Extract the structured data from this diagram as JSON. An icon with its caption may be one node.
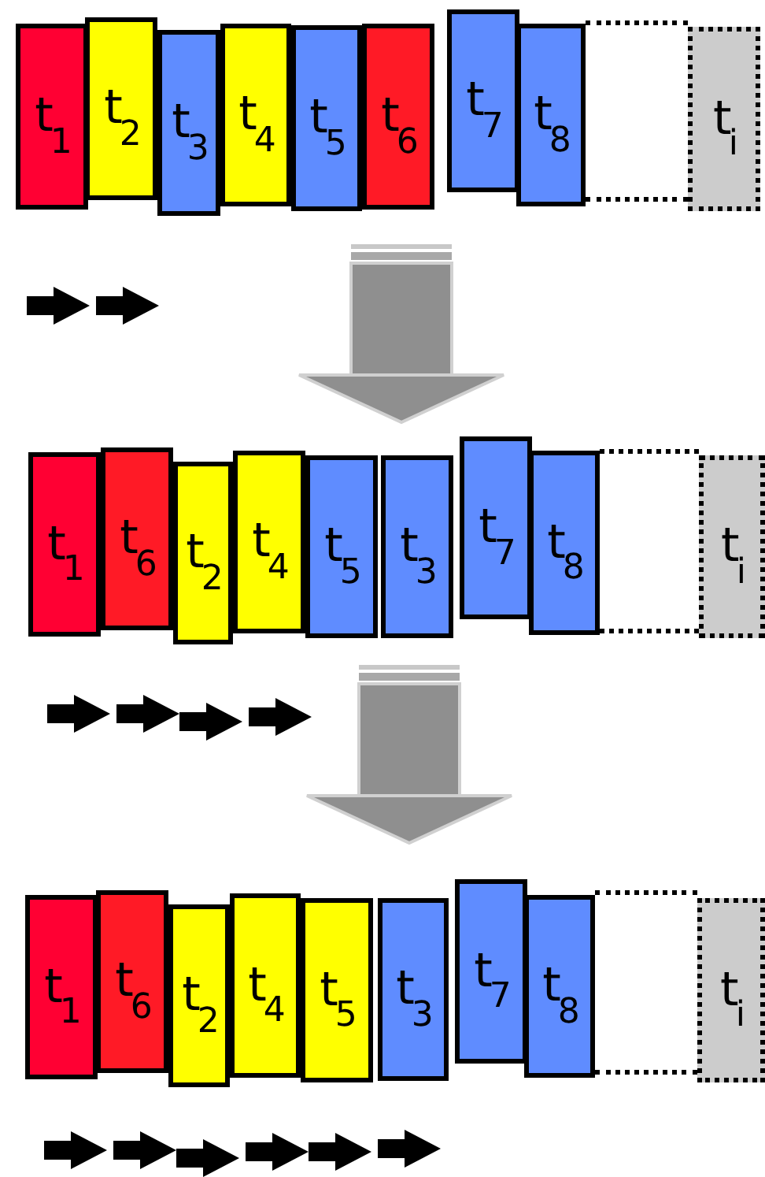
{
  "diagram": {
    "nodes": [
      {
        "text": [
          "t$_{1}$"
        ]
      },
      {
        "text": [
          "t$_{2}$"
        ]
      },
      {
        "text": [
          "t$_{3}$"
        ]
      },
      {
        "text": [
          "t$_{4}$"
        ]
      },
      {
        "text": [
          "t$_{5}$"
        ]
      },
      {
        "text": [
          "t$_{6}$"
        ]
      },
      {
        "text": [
          "t$_{7}$"
        ]
      },
      {
        "text": [
          "t$_{8}$"
        ]
      },
      {
        "text": [],
        "shape": "box"
      },
      {
        "text": [
          "t$_{i}$"
        ]
      },
      {
        "text": [
          "t$_{1}$"
        ]
      },
      {
        "text": [
          "t$_{6}$"
        ]
      },
      {
        "text": [
          "t$_{2}$"
        ]
      },
      {
        "text": [
          "t$_{4}$"
        ]
      },
      {
        "text": [
          "t$_{5}$"
        ]
      },
      {
        "text": [
          "t$_{3}$"
        ]
      },
      {
        "text": [
          "t$_{7}$"
        ]
      },
      {
        "text": [
          "t$_{8}$"
        ]
      },
      {
        "text": [],
        "shape": "box"
      },
      {
        "text": [
          "t$_{i}$"
        ]
      },
      {
        "text": [
          "t$_{1}$"
        ]
      },
      {
        "text": [
          "t$_{6}$"
        ]
      },
      {
        "text": [
          "t$_{2}$"
        ]
      },
      {
        "text": [
          "t$_{4}$"
        ]
      },
      {
        "text": [
          "t$_{5}$"
        ]
      },
      {
        "text": [
          "t$_{3}$"
        ]
      },
      {
        "text": [
          "t$_{7}$"
        ]
      },
      {
        "text": [
          "t$_{8}$"
        ]
      },
      {
        "text": [],
        "shape": "box"
      },
      {
        "text": [
          "t$_{i}$"
        ]
      }
    ]
  }
}
